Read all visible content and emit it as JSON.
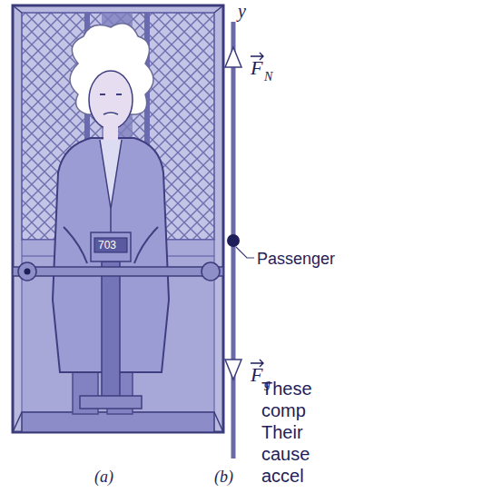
{
  "diagram": {
    "labels": [
      "703",
      "y",
      "F",
      "N",
      "Passenger",
      "F",
      "g",
      "(a)",
      "(b)",
      "These comp Their cause accel"
    ]
  }
}
